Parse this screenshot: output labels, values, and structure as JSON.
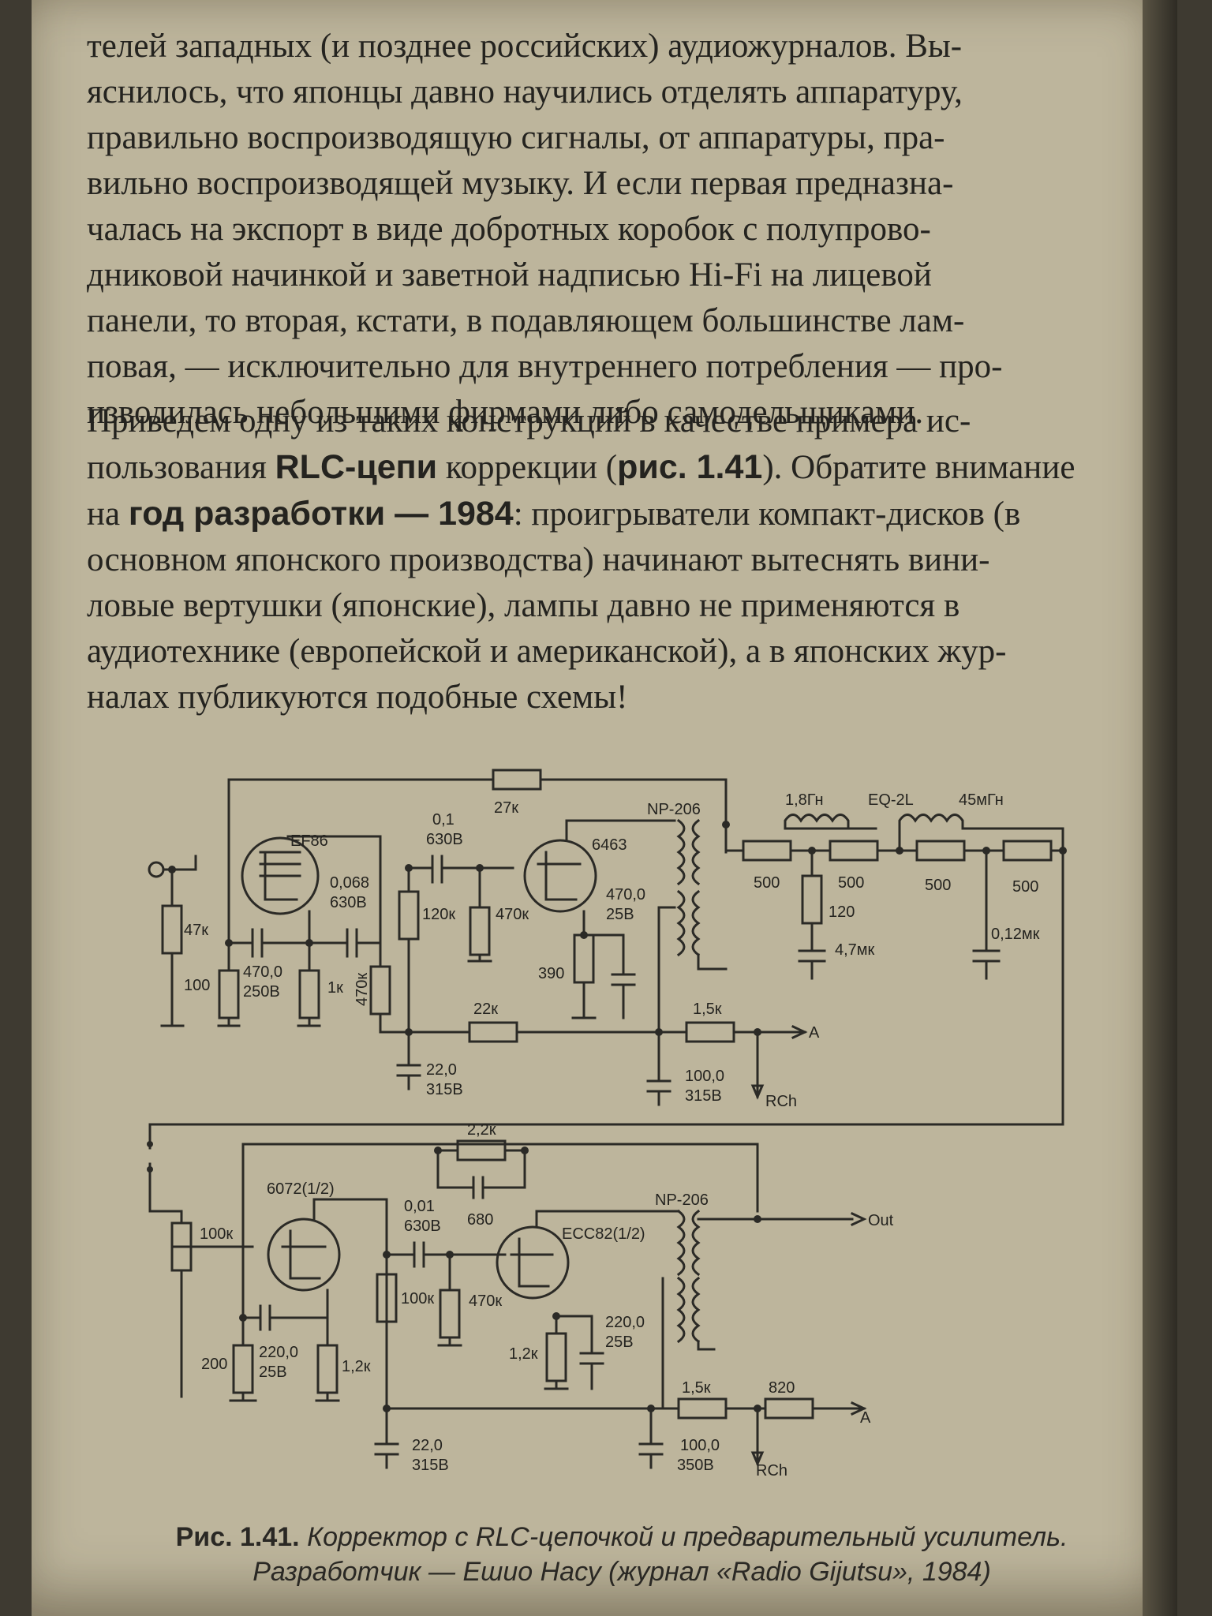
{
  "paragraph1": {
    "lines": [
      "телей западных (и позднее российских) аудиожурналов. Вы-",
      "яснилось, что японцы давно научились отделять аппаратуру,",
      "правильно воспроизводящую сигналы, от аппаратуры, пра-",
      "вильно воспроизводящей музыку. И если первая предназна-",
      "чалась на экспорт в виде добротных коробок с полупрово-",
      "дниковой начинкой и заветной надписью Hi-Fi на лицевой",
      "панели, то вторая, кстати, в подавляющем большинстве лам-",
      "повая, — исключительно для внутреннего потребления — про-",
      "изводилась небольшими фирмами либо самодельщиками."
    ]
  },
  "paragraph2": {
    "l1": "Приведем одну из таких конструкций в качестве примера ис-",
    "l2a": "пользования ",
    "l2b": "RLC-цепи",
    "l2c": " коррекции (",
    "l2d": "рис. 1.41",
    "l2e": "). Обратите внимание",
    "l3a": "на ",
    "l3b": "год разработки — 1984",
    "l3c": ": проигрыватели компакт-дисков (в",
    "l4": "основном японского производства) начинают вытеснять вини-",
    "l5": "ловые вертушки (японские), лампы давно не применяются в",
    "l6": "аудиотехнике (европейской и американской), а в японских жур-",
    "l7": "налах публикуются подобные схемы!"
  },
  "schematic": {
    "stage1": {
      "tube1": "EF86",
      "tube2": "6463",
      "transformer": "NP-206",
      "eq": "EQ-2L",
      "r_feedback": "27к",
      "c_coupling": [
        "0,1",
        "630В"
      ],
      "c_screen": [
        "0,068",
        "630В"
      ],
      "r_input": "47к",
      "r_cathode": "100",
      "c_cathode": [
        "470,0",
        "250В"
      ],
      "r_1k": "1к",
      "r_470k_screen": "470к",
      "r_120k": "120к",
      "r_470k_grid": "470к",
      "c_cathode2": [
        "470,0",
        "25В"
      ],
      "r_390": "390",
      "r_22k": "22к",
      "r_1_5k": "1,5к",
      "c_22": [
        "22,0",
        "315В"
      ],
      "c_100": [
        "100,0",
        "315В"
      ],
      "out_a": "А",
      "out_rch": "RCh",
      "l1": "1,8Гн",
      "l2": "45мГн",
      "r500": [
        "500",
        "500",
        "500",
        "500"
      ],
      "r120": "120",
      "c47": "4,7мк",
      "c012": "0,12мк"
    },
    "stage2": {
      "tube1": "6072(1/2)",
      "tube2": "ECC82(1/2)",
      "transformer": "NP-206",
      "r_fb": "2,2к",
      "c_fb": "680",
      "c_coupling": [
        "0,01",
        "630В"
      ],
      "pot": "100к",
      "r_100k": "100к",
      "r_470k": "470к",
      "r_200": "200",
      "c_cath1": [
        "220,0",
        "25В"
      ],
      "r_1_2k_a": "1,2к",
      "r_1_2k_b": "1,2к",
      "c_cath2": [
        "220,0",
        "25В"
      ],
      "c_22": [
        "22,0",
        "315В"
      ],
      "c_100": [
        "100,0",
        "350В"
      ],
      "r_1_5k": "1,5к",
      "r_820": "820",
      "out": "Out",
      "out_a": "А",
      "out_rch": "RCh"
    }
  },
  "caption": {
    "fig": "Рис. 1.41.",
    "text1": " Корректор с RLC-цепочкой и предварительный усилитель.",
    "text2": "Разработчик — Ешио Насу (журнал «Radio Gijutsu», 1984)"
  },
  "colors": {
    "paper": "#bdb59c",
    "ink": "#24231f",
    "background": "#3e3a31"
  }
}
